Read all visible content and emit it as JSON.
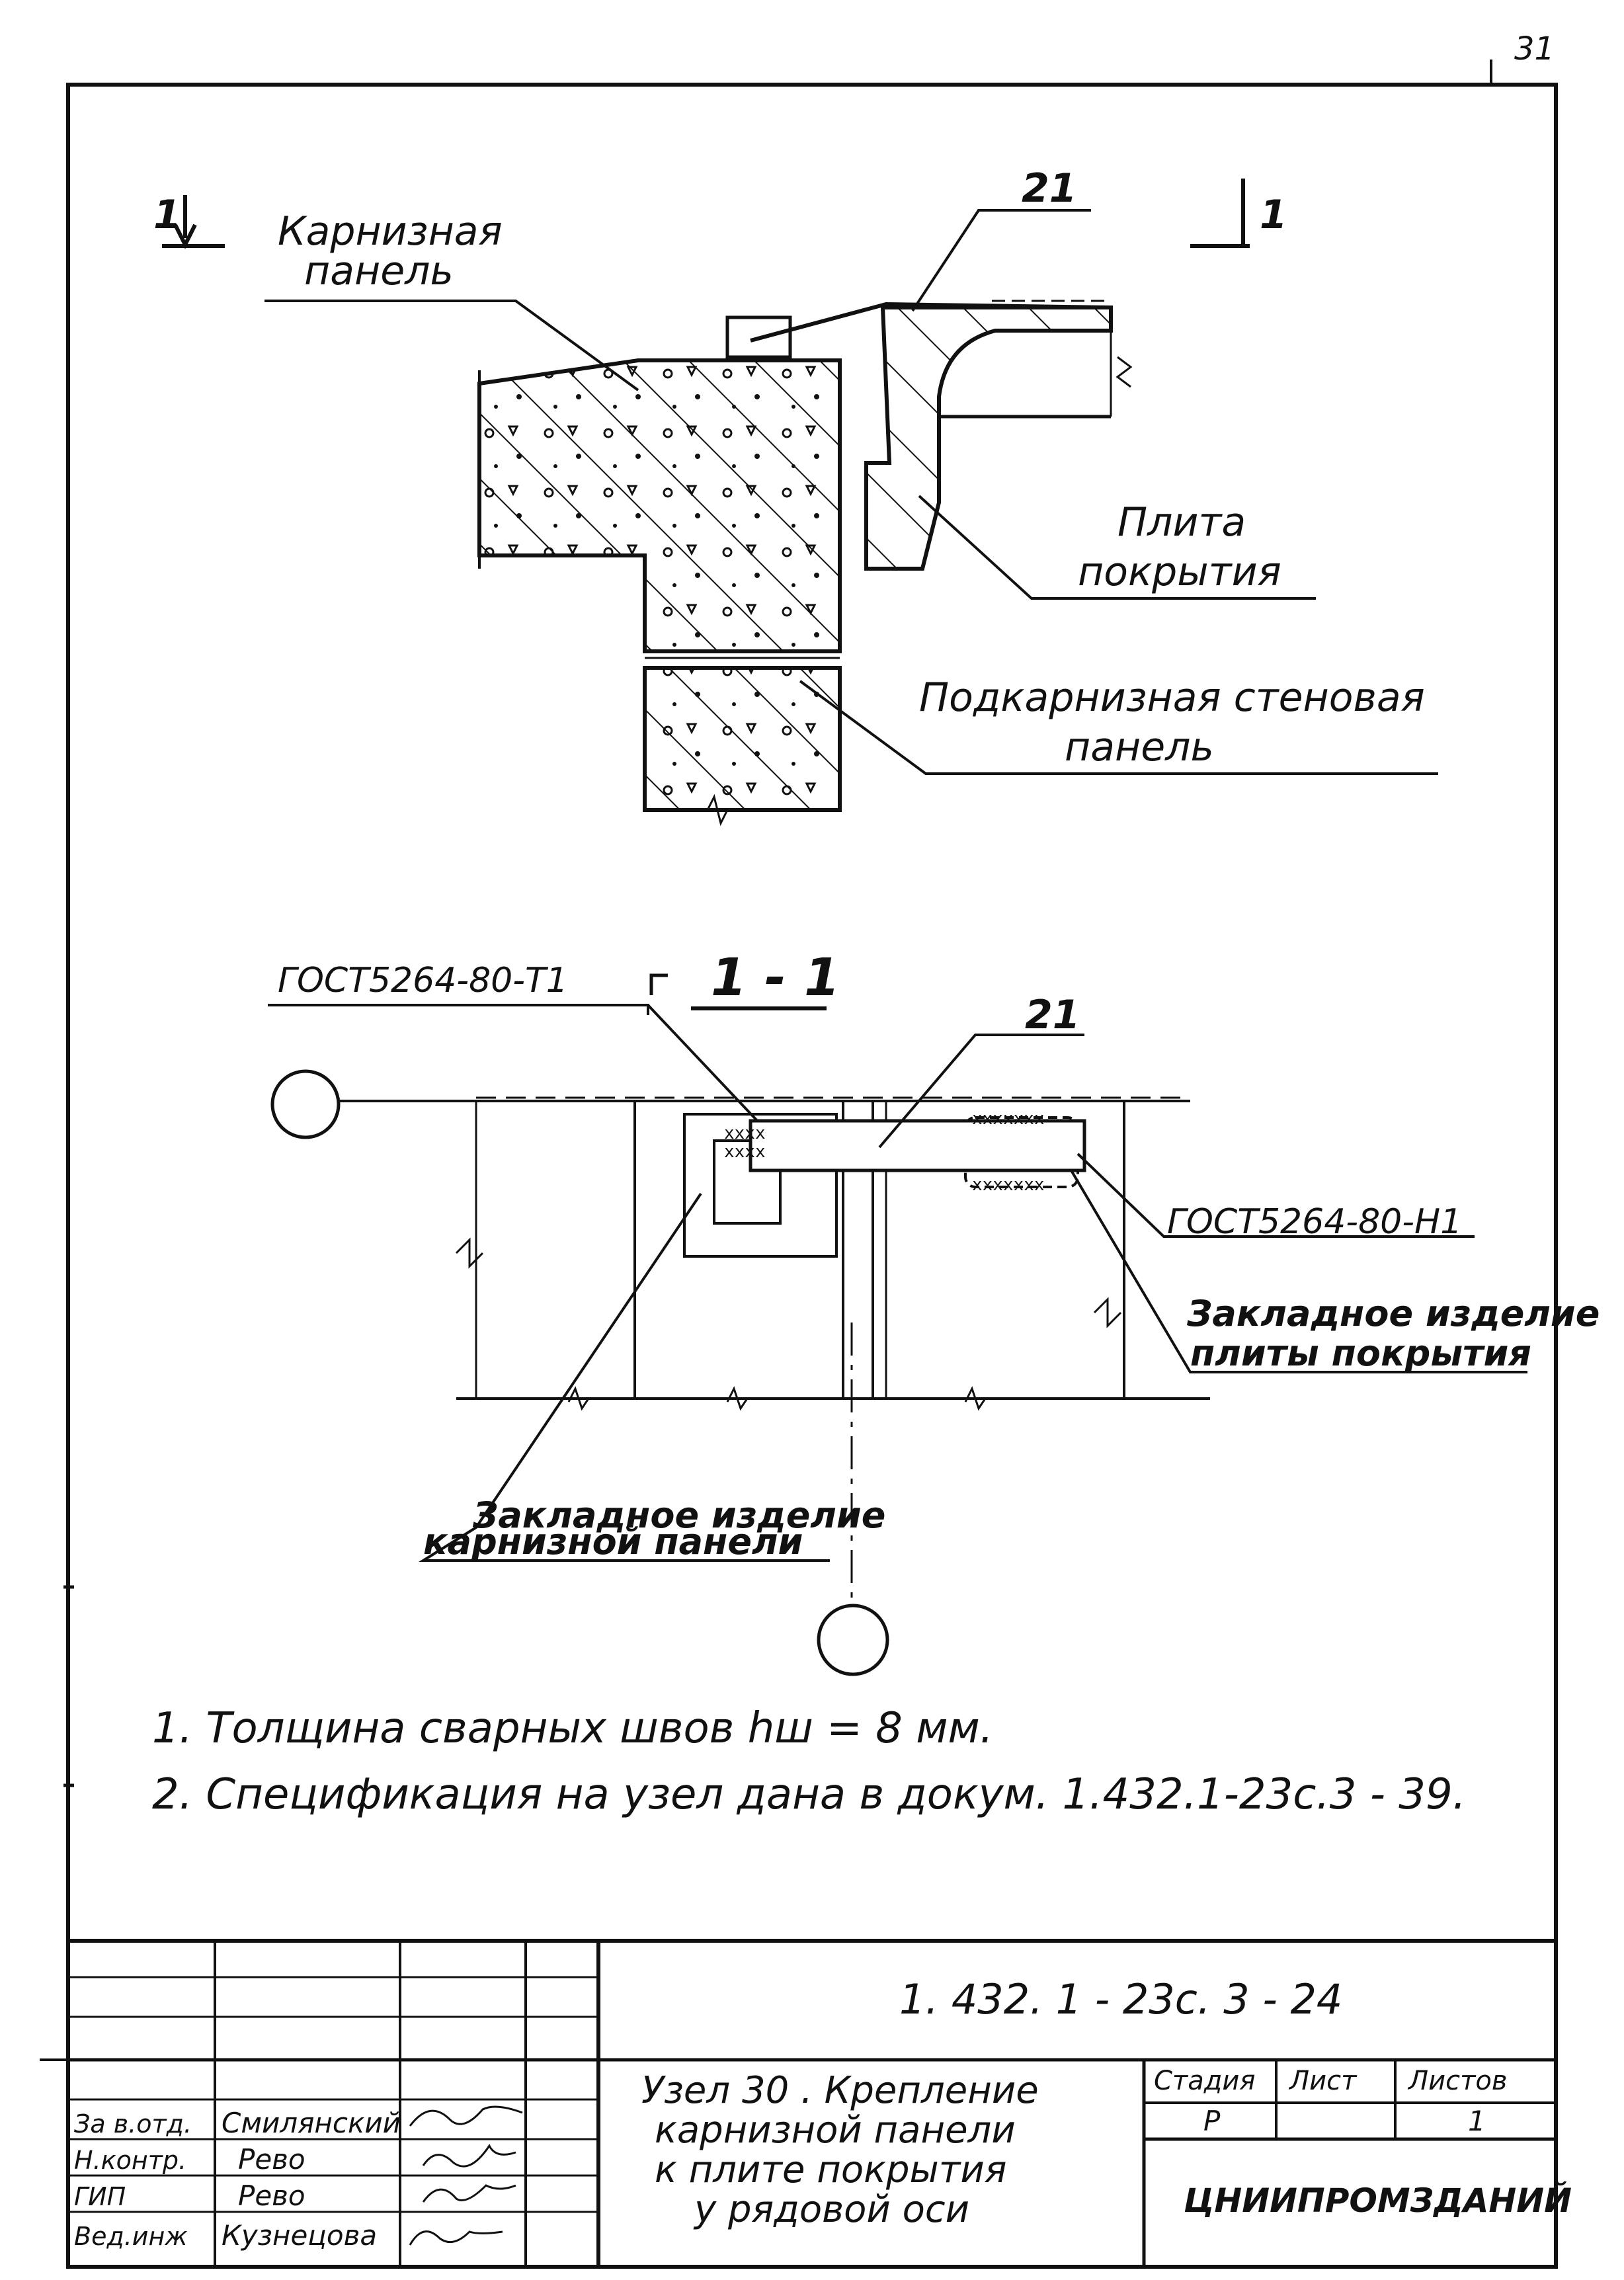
{
  "page_number": "31",
  "section_mark": "1",
  "section_title": "1 - 1",
  "labels": {
    "eave_panel": [
      "Карнизная",
      "панель"
    ],
    "roof_slab": [
      "Плита",
      "покрытия"
    ],
    "under_eave_panel": [
      "Подкарнизная стеновая",
      "панель"
    ],
    "item_21": "21",
    "gost_t1": "ГОСТ5264-80-Т1",
    "gost_h1": "ГОСТ5264-80-Н1",
    "embedded_slab": [
      "Закладное изделие",
      "плиты покрытия"
    ],
    "embedded_eave": [
      "Закладное изделие",
      "карнизной панели"
    ]
  },
  "notes": [
    "1.  Толщина  сварных  швов  hш = 8 мм.",
    "2.  Спецификация  на  узел  дана  в  докум. 1.432.1-23с.3 - 39."
  ],
  "title_block": {
    "doc_code": "1. 432. 1 - 23с. 3 - 24",
    "title_lines": [
      "Узел 30 .  Крепление",
      "карнизной  панели",
      "к  плите  покрытия",
      "у  рядовой  оси"
    ],
    "stage_header": "Стадия",
    "sheet_header": "Лист",
    "sheets_header": "Листов",
    "stage_value": "Р",
    "sheet_value": "",
    "sheets_value": "1",
    "organization": "ЦНИИПРОМЗДАНИЙ",
    "staff": [
      {
        "role": "За в.отд.",
        "name": "Смилянский"
      },
      {
        "role": "Н.контр.",
        "name": "Рево"
      },
      {
        "role": "ГИП",
        "name": "Рево"
      },
      {
        "role": "Вед.инж",
        "name": "Кузнецова"
      }
    ]
  }
}
